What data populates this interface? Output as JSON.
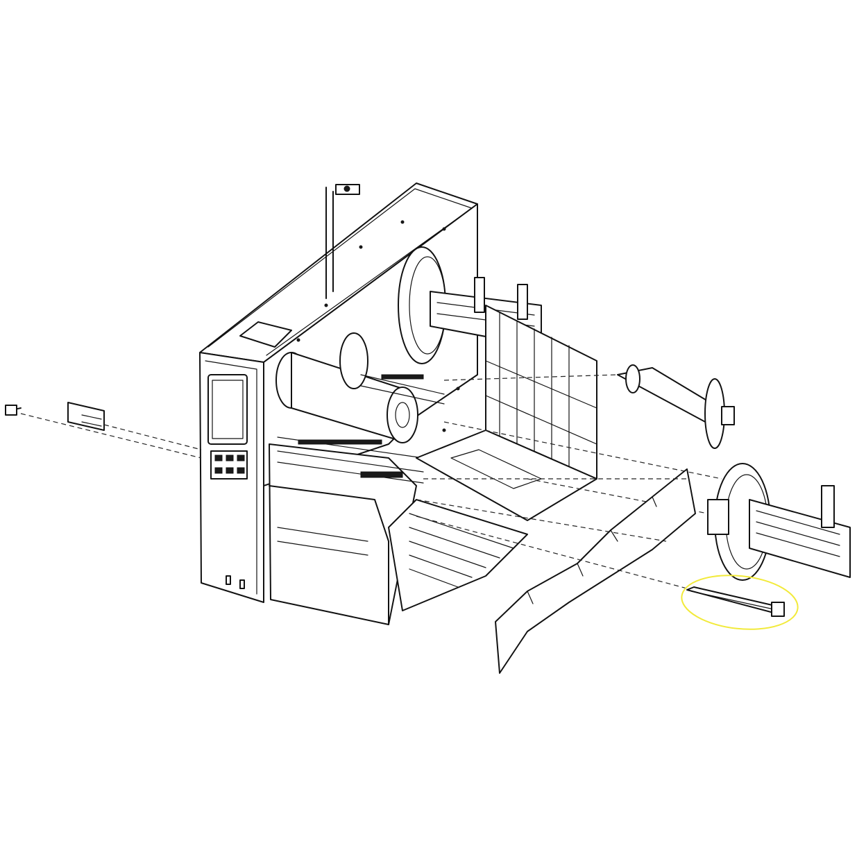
{
  "diagram": {
    "type": "exploded-view line drawing",
    "line_color": "#111111",
    "background": "#ffffff",
    "highlight": {
      "color": "#f2ea3a",
      "shape": "ellipse",
      "target": "media guide bar"
    }
  }
}
